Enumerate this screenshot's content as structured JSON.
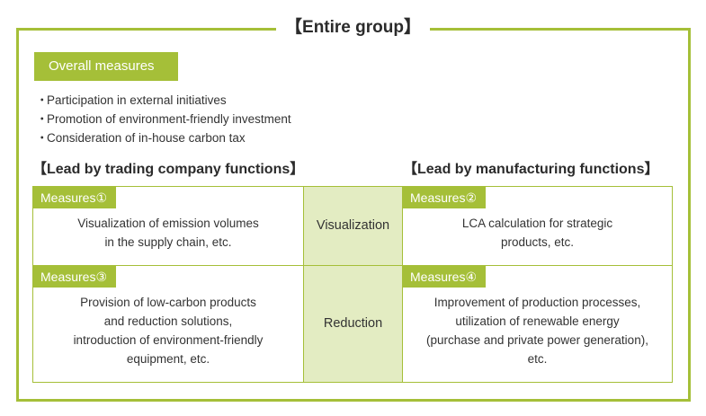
{
  "frame": {
    "title": "【Entire group】",
    "border_color": "#a5bf38"
  },
  "overall": {
    "chip_label": "Overall measures",
    "chip_color": "#a5bf38",
    "bullets": [
      "Participation in external initiatives",
      "Promotion of environment-friendly investment",
      "Consideration of in-house carbon tax"
    ],
    "bullet_marker": "・"
  },
  "section_headers": {
    "left": "【Lead by trading company functions】",
    "right": "【Lead by manufacturing functions】"
  },
  "matrix": {
    "mid_color": "#e3ecc2",
    "rows": [
      {
        "axis": "Visualization",
        "left": {
          "tag": "Measures①",
          "text": "Visualization of emission volumes\nin the supply chain, etc."
        },
        "right": {
          "tag": "Measures②",
          "text": "LCA calculation for strategic\nproducts, etc."
        }
      },
      {
        "axis": "Reduction",
        "left": {
          "tag": "Measures③",
          "text": "Provision of low-carbon products\nand reduction solutions,\nintroduction of environment-friendly\nequipment, etc."
        },
        "right": {
          "tag": "Measures④",
          "text": "Improvement of production processes,\nutilization of renewable energy\n(purchase and private power generation),\netc."
        }
      }
    ]
  }
}
